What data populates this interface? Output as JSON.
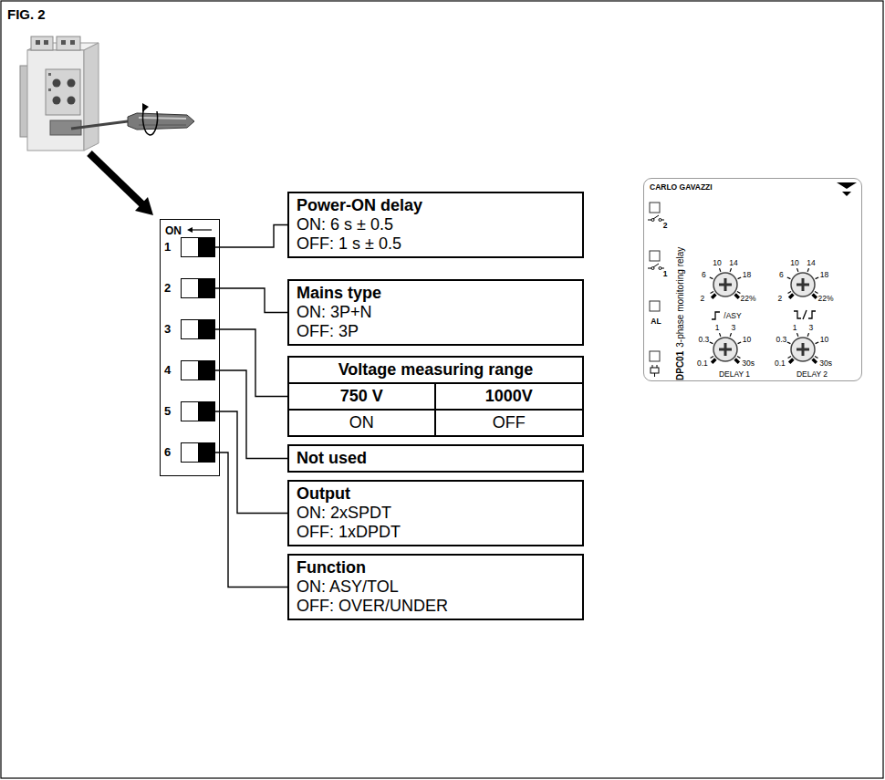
{
  "diagram": {
    "title": "FIG. 2",
    "nodes": [
      {
        "text": [
          "ON"
        ]
      },
      {
        "text": [
          "1"
        ],
        "in": 0
      },
      {
        "text": [
          "2"
        ],
        "in": 0
      },
      {
        "text": [
          "3"
        ],
        "in": 0
      },
      {
        "text": [
          "4"
        ],
        "in": 0
      },
      {
        "text": [
          "5"
        ],
        "in": 0
      },
      {
        "text": [
          "6"
        ],
        "in": 0
      },
      {
        "text": [
          "Power-ON delay",
          "ON: 6 s ± 0.5",
          "OFF: 1 s ± 0.5"
        ]
      },
      {
        "text": [
          "Mains type",
          "ON: 3P+N",
          "OFF: 3P"
        ]
      },
      {
        "text": [
          "Voltage measuring range",
          "750 V",
          "1000V",
          "ON",
          "OFF"
        ]
      },
      {
        "text": [
          "Not used"
        ]
      },
      {
        "text": [
          "Output",
          "ON: 2xSPDT",
          "OFF: 1xDPDT"
        ]
      },
      {
        "text": [
          "Function",
          "ON: ASY/TOL",
          "OFF: OVER/UNDER"
        ]
      },
      {
        "text": [
          "CARLO GAVAZZI",
          "DPC01",
          "3-phase monitoring relay"
        ]
      }
    ],
    "edges": [
      {
        "from": 1,
        "to": 7,
        "arrow": "none"
      },
      {
        "from": 2,
        "to": 8,
        "arrow": "none"
      },
      {
        "from": 3,
        "to": 9,
        "arrow": "none"
      },
      {
        "from": 4,
        "to": 10,
        "arrow": "none"
      },
      {
        "from": 5,
        "to": 11,
        "arrow": "none"
      },
      {
        "from": 6,
        "to": 12,
        "arrow": "none"
      }
    ],
    "labels": [
      "2",
      "1",
      "AL",
      "10",
      "14",
      "6",
      "18",
      "2",
      "22%",
      "/ASY",
      "10",
      "14",
      "6",
      "18",
      "2",
      "22%",
      "1",
      "3",
      "0.3",
      "10",
      "0.1",
      "30s",
      "DELAY 1",
      "1",
      "3",
      "0.3",
      "10",
      "0.1",
      "30s",
      "DELAY 2"
    ]
  }
}
